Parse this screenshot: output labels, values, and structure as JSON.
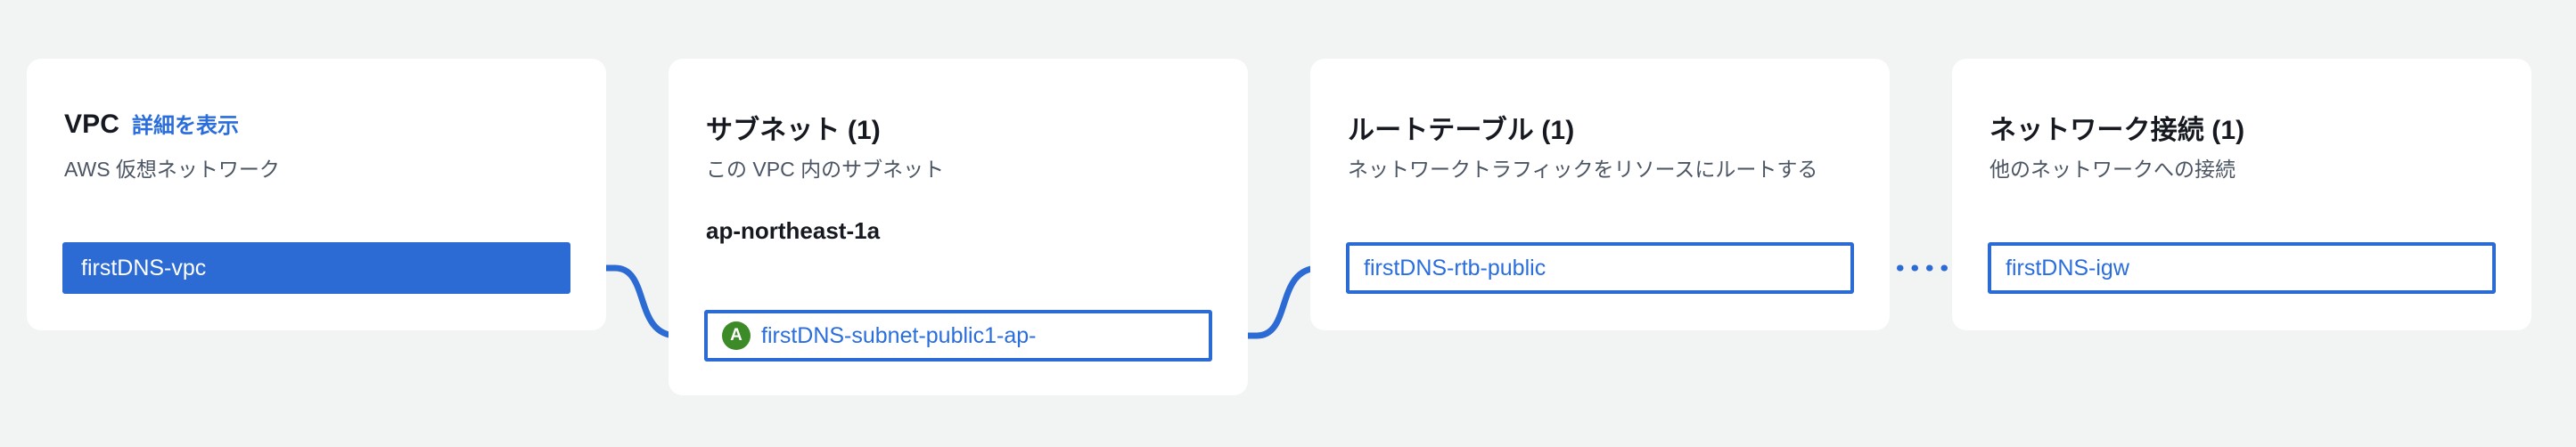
{
  "canvas": {
    "background_color": "#f2f3f3",
    "accent_color": "#2c6ad4",
    "link_color": "#2a6ddd",
    "az_badge_color": "#3d8b28"
  },
  "cards": {
    "vpc": {
      "title": "VPC",
      "link_label": "詳細を表示",
      "subtitle": "AWS 仮想ネットワーク"
    },
    "subnet": {
      "title": "サブネット (1)",
      "subtitle": "この VPC 内のサブネット",
      "az_heading": "ap-northeast-1a"
    },
    "route_table": {
      "title": "ルートテーブル (1)",
      "subtitle": "ネットワークトラフィックをリソースにルートする"
    },
    "network_connections": {
      "title": "ネットワーク接続 (1)",
      "subtitle": "他のネットワークへの接続"
    }
  },
  "nodes": {
    "vpc": {
      "label": "firstDNS-vpc",
      "style": "filled"
    },
    "subnet": {
      "label": "firstDNS-subnet-public1-ap-",
      "style": "outline",
      "badge": "A",
      "badge_icon": "availability-zone-icon"
    },
    "route_table": {
      "label": "firstDNS-rtb-public",
      "style": "outline"
    },
    "internet_gateway": {
      "label": "firstDNS-igw",
      "style": "outline"
    }
  },
  "connectors": [
    {
      "name": "vpc-to-subnet",
      "style": "solid"
    },
    {
      "name": "subnet-to-route-table",
      "style": "solid"
    },
    {
      "name": "route-table-to-igw",
      "style": "dotted"
    }
  ]
}
